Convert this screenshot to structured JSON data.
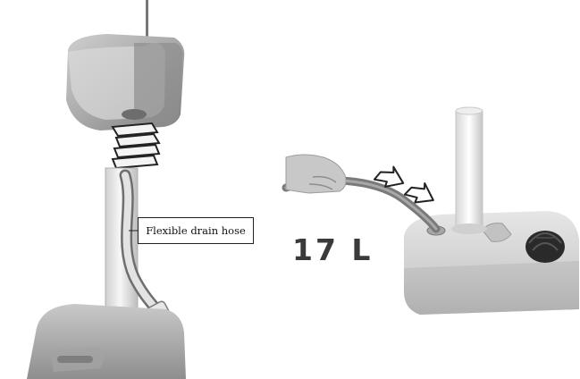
{
  "left_panel": {
    "callout_label": "Flexible drain hose"
  },
  "right_panel": {
    "capacity_label": "17 L"
  },
  "icons": {
    "arrow": "double-outline-arrow-right"
  },
  "colors": {
    "plastic_light": "#ececec",
    "plastic_mid": "#d2d2d2",
    "plastic_dark": "#9a9a9a",
    "hose": "#8a8a8a",
    "cap": "#2a2a2a",
    "text": "#3a3a3a"
  }
}
